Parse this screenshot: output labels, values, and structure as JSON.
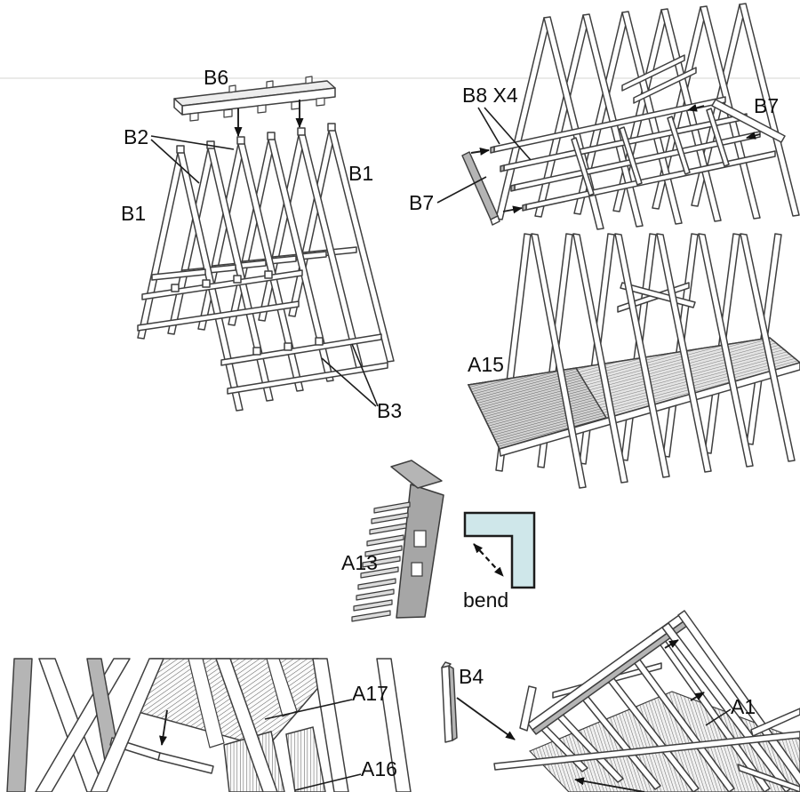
{
  "colors": {
    "bend_piece_fill": "#cfe7ea",
    "part_shading_gray": "#b5b5b5"
  },
  "diagrams": {
    "frame_assembly": {
      "b6": "B6",
      "b2": "B2",
      "b1_left": "B1",
      "b1_right": "B1",
      "b3": "B3"
    },
    "joist_installation": {
      "b8_x4": "B8 X4",
      "b7_right": "B7",
      "b7_left": "B7"
    },
    "floor_panel": {
      "a15": "A15"
    },
    "stair_part": {
      "a13": "A13",
      "bend_note": "bend"
    },
    "roof_sheathing_detail": {
      "a17": "A17",
      "a16": "A16"
    },
    "gable_assembly": {
      "b4": "B4",
      "a1": "A1"
    }
  }
}
